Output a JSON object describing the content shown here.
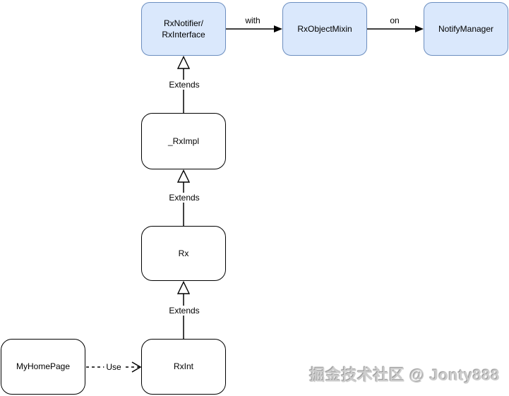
{
  "diagram": {
    "nodes": {
      "rx_notifier": {
        "line1": "RxNotifier/",
        "line2": "RxInterface"
      },
      "rx_object_mixin": {
        "label": "RxObjectMixin"
      },
      "notify_manager": {
        "label": "NotifyManager"
      },
      "rx_impl": {
        "label": "_RxImpl"
      },
      "rx": {
        "label": "Rx"
      },
      "rx_int": {
        "label": "RxInt"
      },
      "my_home_page": {
        "label": "MyHomePage"
      }
    },
    "edges": {
      "with_edge": {
        "label": "with"
      },
      "on_edge": {
        "label": "on"
      },
      "extends_rximpl": {
        "label": "Extends"
      },
      "extends_rx": {
        "label": "Extends"
      },
      "extends_rxint": {
        "label": "Extends"
      },
      "use_edge": {
        "label": "Use"
      }
    },
    "colors": {
      "highlight_fill": "#dae8fc",
      "highlight_border": "#6c8ebf",
      "plain_fill": "#ffffff",
      "plain_border": "#000000",
      "edge": "#000000"
    }
  },
  "watermark": {
    "text": "掘金技术社区 @ Jonty888"
  }
}
